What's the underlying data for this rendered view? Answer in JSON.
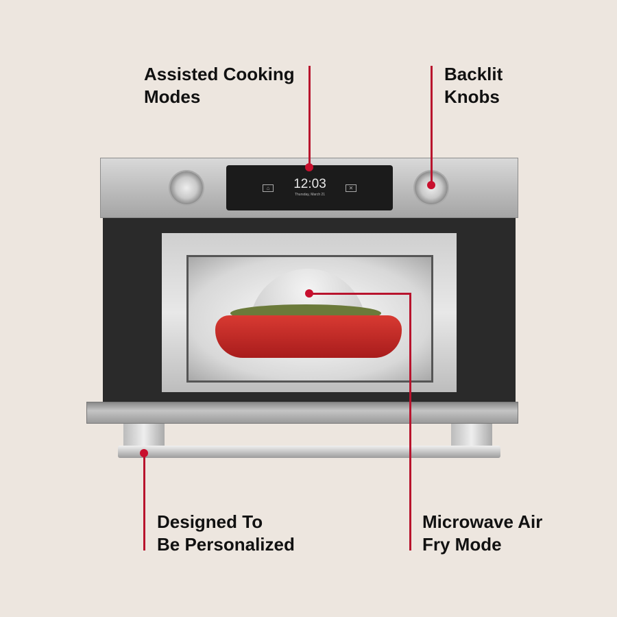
{
  "callouts": [
    {
      "line1": "Assisted Cooking",
      "line2": "Modes"
    },
    {
      "line1": "Backlit",
      "line2": "Knobs"
    },
    {
      "line1": "Designed To",
      "line2": "Be Personalized"
    },
    {
      "line1": "Microwave Air",
      "line2": "Fry Mode"
    }
  ],
  "display": {
    "time": "12:03",
    "date": "Thursday, March 21",
    "left_icon": "home-icon",
    "right_icon": "close-icon"
  },
  "colors": {
    "background": "#ede6df",
    "accent": "#c8102e",
    "dish": "#c0282a"
  }
}
